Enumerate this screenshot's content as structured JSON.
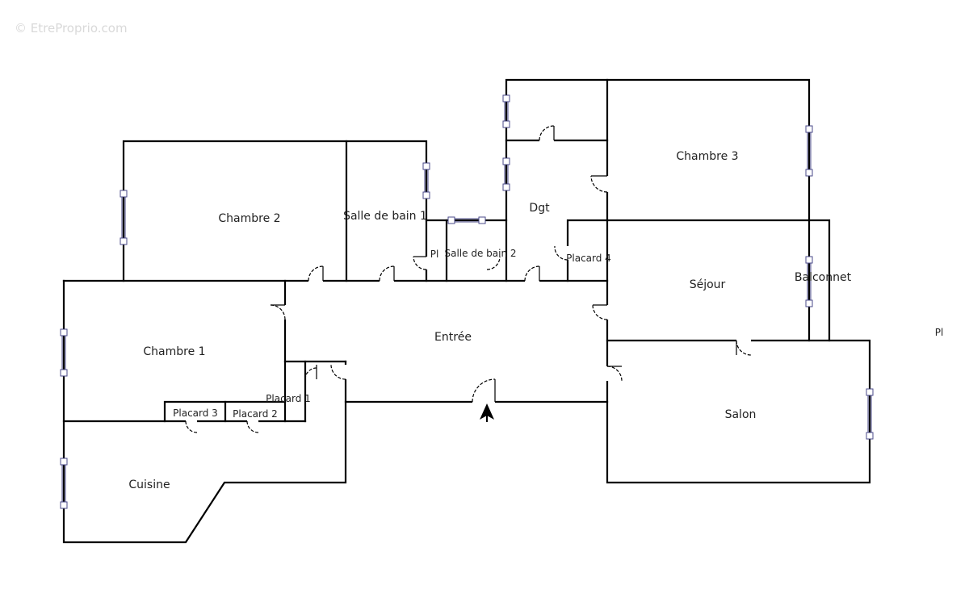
{
  "watermark": "© EtreProprio.com",
  "rooms": {
    "chambre1": "Chambre 1",
    "chambre2": "Chambre 2",
    "chambre3": "Chambre 3",
    "salle_de_bain_1": "Salle de bain 1",
    "salle_de_bain_2": "Salle de bain 2",
    "dgt": "Dgt",
    "placard_1": "Placard 1",
    "placard_2": "Placard 2",
    "placard_3": "Placard 3",
    "placard_4": "Placard 4",
    "pl_small": "Pl",
    "pl_right": "Pl",
    "entree": "Entrée",
    "sejour": "Séjour",
    "salon": "Salon",
    "balconnet": "Balconnet",
    "cuisine": "Cuisine"
  }
}
